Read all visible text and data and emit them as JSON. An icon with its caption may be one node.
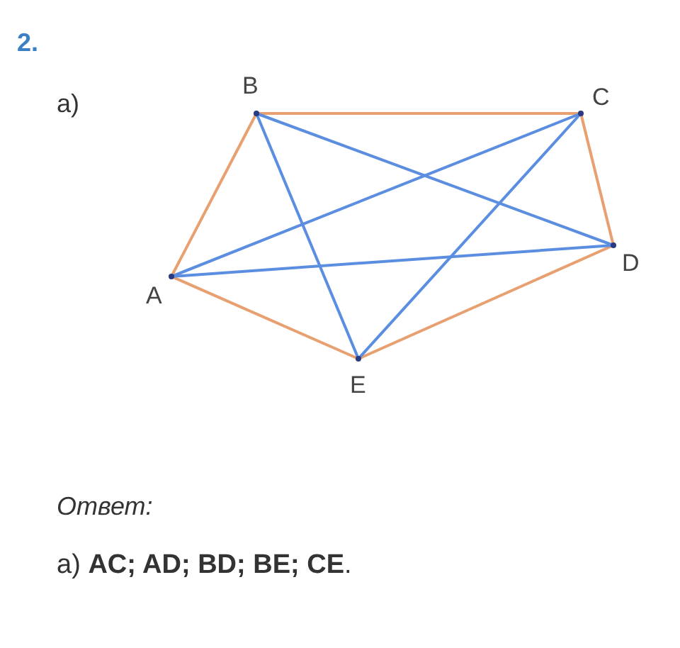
{
  "diagram": {
    "nodes": [
      {
        "text": [
          "A"
        ]
      },
      {
        "text": [
          "B"
        ]
      },
      {
        "text": [
          "C"
        ]
      },
      {
        "text": [
          "D"
        ]
      },
      {
        "text": [
          "E"
        ]
      }
    ],
    "edges": [
      {
        "from": 0,
        "to": 1,
        "arrow": "none",
        "color": "#e8a070"
      },
      {
        "from": 1,
        "to": 2,
        "arrow": "none",
        "color": "#e8a070"
      },
      {
        "from": 2,
        "to": 3,
        "arrow": "none",
        "color": "#e8a070"
      },
      {
        "from": 3,
        "to": 4,
        "arrow": "none",
        "color": "#e8a070"
      },
      {
        "from": 4,
        "to": 0,
        "arrow": "none",
        "color": "#e8a070"
      },
      {
        "from": 0,
        "to": 2,
        "arrow": "none",
        "color": "#5b8ee0"
      },
      {
        "from": 0,
        "to": 3,
        "arrow": "none",
        "color": "#5b8ee0"
      },
      {
        "from": 1,
        "to": 3,
        "arrow": "none",
        "color": "#5b8ee0"
      },
      {
        "from": 1,
        "to": 4,
        "arrow": "none",
        "color": "#5b8ee0"
      },
      {
        "from": 2,
        "to": 4,
        "arrow": "none",
        "color": "#5b8ee0"
      }
    ],
    "labels": [
      "2.",
      "а)",
      "Ответ:",
      "а) **AC; AD; BD; BE; CE**."
    ]
  }
}
